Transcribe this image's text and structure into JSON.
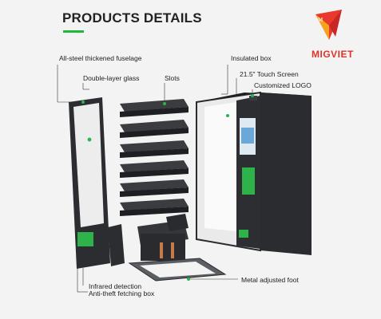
{
  "header": {
    "title": "PRODUCTS DETAILS",
    "brand_name": "MIGVIET",
    "brand_logo_letter": "M",
    "accent_color": "#1fb83a",
    "brand_color": "#e0322b"
  },
  "labels": {
    "fuselage": "All-steel thickened fuselage",
    "glass": "Double-layer glass",
    "slots": "Slots",
    "insulated_box": "Insulated box",
    "touch_screen": "21.5\" Touch Screen",
    "logo": "Customized LOGO",
    "infrared": "Infrared detection",
    "fetching_box": "Anti-theft fetching box",
    "foot": "Metal adjusted foot"
  },
  "colors": {
    "panel_green": "#2db34a",
    "cabinet_dark": "#2a2c30",
    "leader_line": "#333333"
  }
}
